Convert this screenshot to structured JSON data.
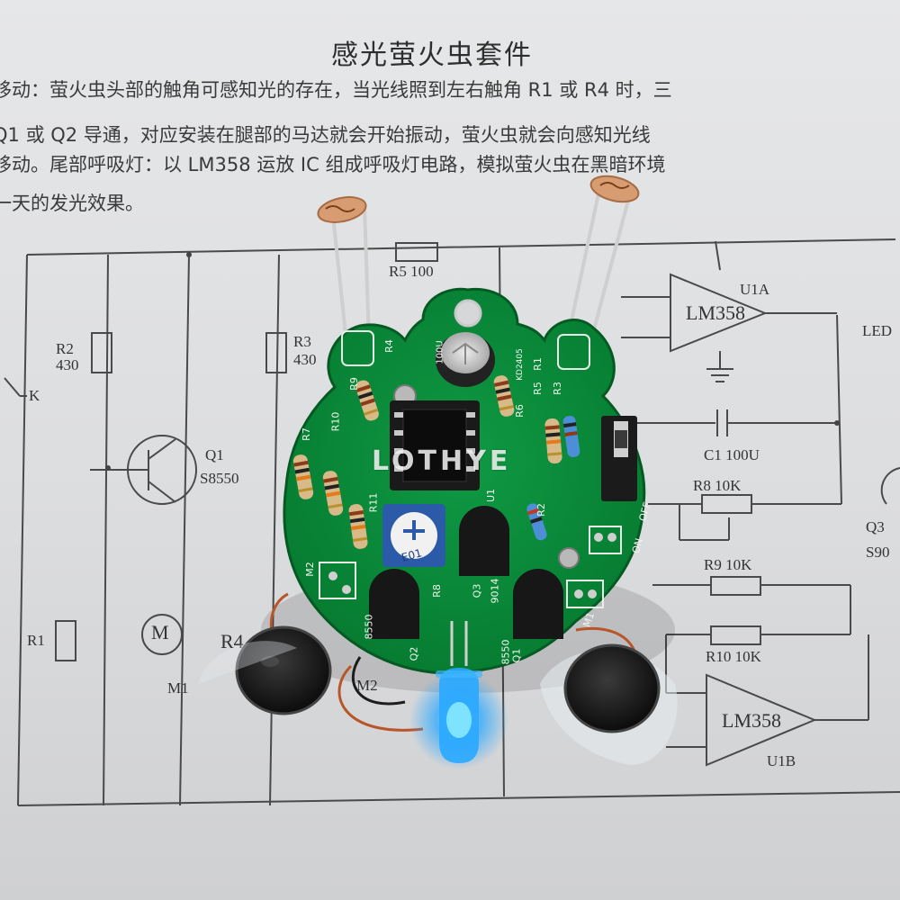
{
  "document": {
    "title": "感光萤火虫套件",
    "lines": [
      "移动：萤火虫头部的触角可感知光的存在，当光线照到左右触角 R1 或 R4 时，三",
      "Q1 或 Q2 导通，对应安装在腿部的马达就会开始振动，萤火虫就会向感知光线",
      "移动。尾部呼吸灯：以 LM358 运放 IC 组成呼吸灯电路，模拟萤火虫在黑暗环境",
      "一天的发光效果。"
    ]
  },
  "schematic": {
    "labels": {
      "r5": "R5 100",
      "r2": "R2",
      "r2_val": "430",
      "r3": "R3",
      "r3_val": "430",
      "k": "K",
      "q1": "Q1",
      "q1_val": "S8550",
      "r1": "R1",
      "r4": "R4",
      "m": "M",
      "m1": "M1",
      "m2": "M2",
      "u1a": "U1A",
      "lm358_top": "LM358",
      "led": "LED",
      "c1": "C1 100U",
      "r8": "R8 10K",
      "r9": "R9 10K",
      "r10": "R10 10K",
      "q3": "Q3",
      "q3_val": "S90",
      "lm358_bottom": "LM358",
      "u1b": "U1B"
    }
  },
  "board": {
    "silkscreen": {
      "r4": "R4",
      "r1": "R1",
      "r5": "R5",
      "r3": "R3",
      "r6": "R6",
      "r7": "R7",
      "r9": "R9",
      "r10": "R10",
      "r11": "R11",
      "r2": "R2",
      "r8": "R8",
      "u1": "U1",
      "q1": "Q1",
      "q2": "Q2",
      "q3": "Q3",
      "m1": "M1",
      "m2": "M2",
      "off": "OFF",
      "on": "ON",
      "cap": "100U",
      "q3_type": "9014",
      "q1_type": "8550",
      "q2_type": "8550",
      "date": "KD2405"
    },
    "trimmer_label": "E01",
    "led_color": "#2aa8ff",
    "pcb_color": "#0b8a3a"
  },
  "watermark": "LOTHYE"
}
